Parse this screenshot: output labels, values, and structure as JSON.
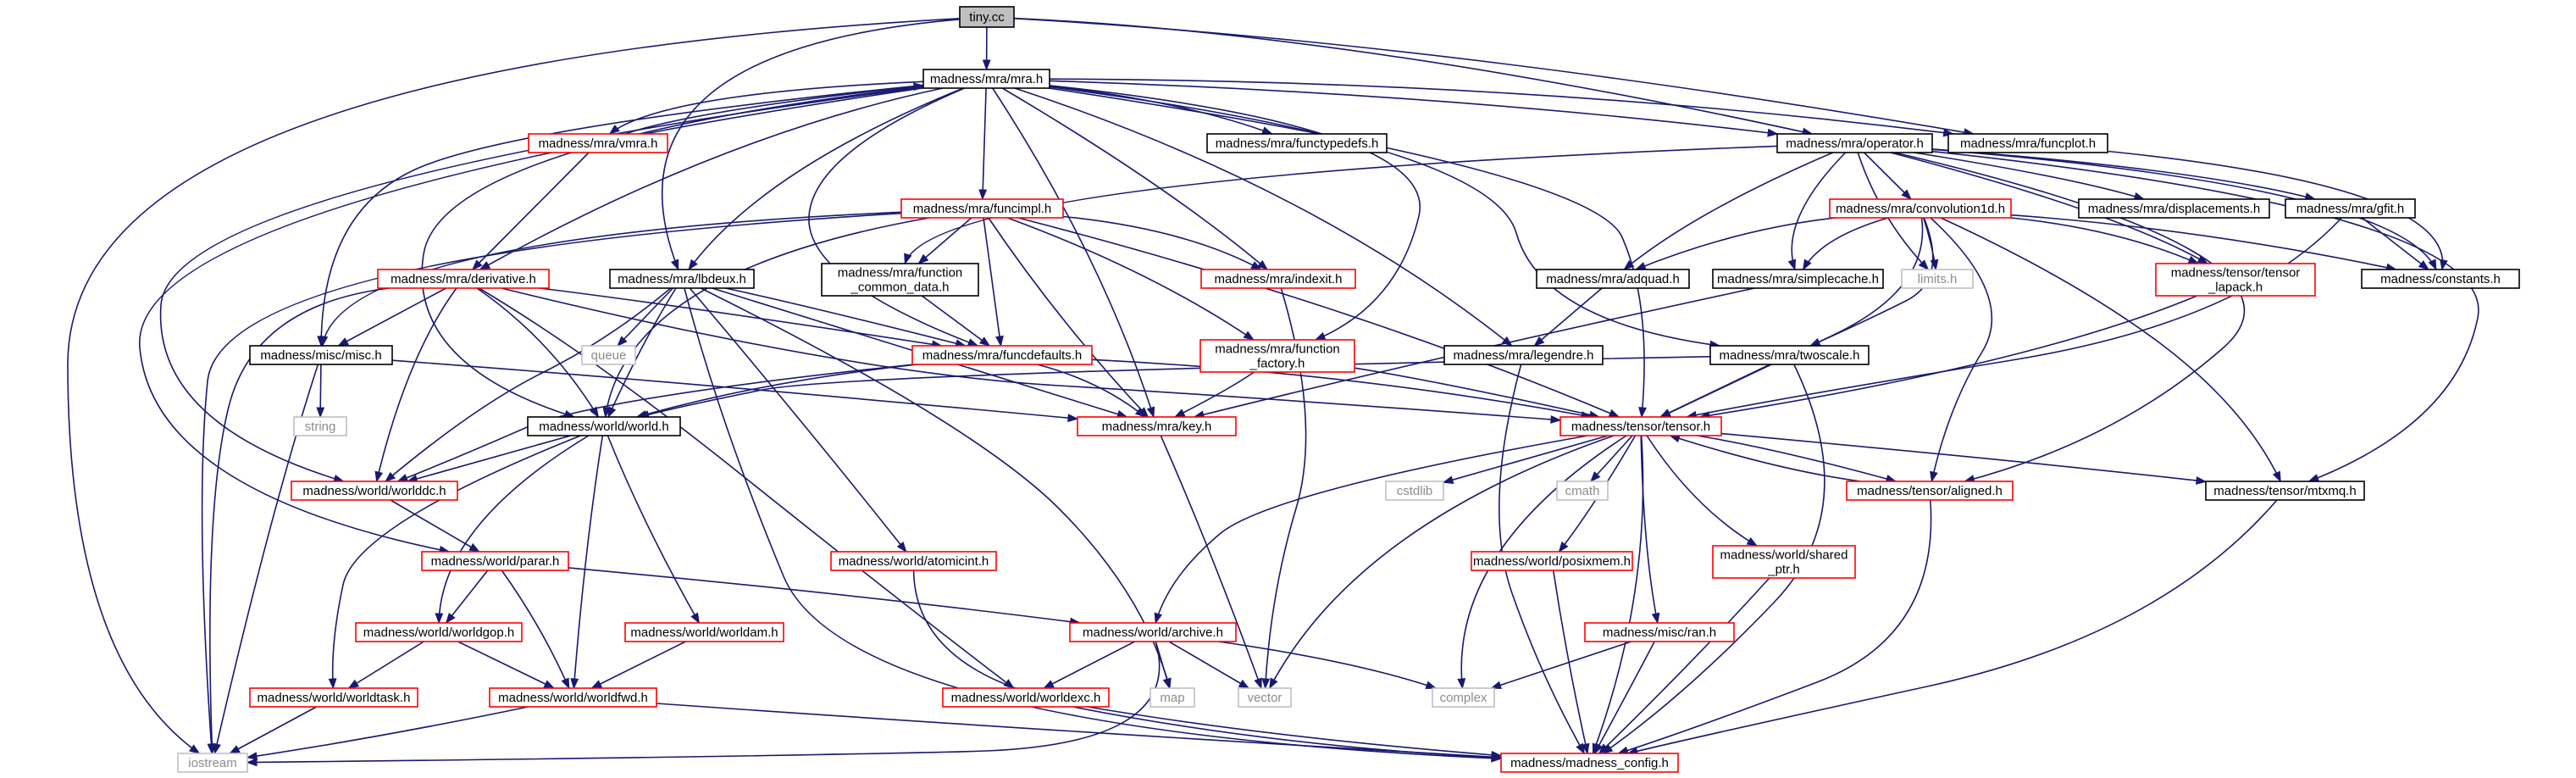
{
  "diagram": {
    "colors": {
      "edge": "#191970",
      "border_internal": "#000000",
      "border_incomplete": "#ff0000",
      "border_system": "#bfbfbf",
      "root_fill": "#bfbfbf",
      "node_fill": "#ffffff",
      "system_text": "#8c8c8c"
    },
    "nodes": [
      {
        "id": "tiny",
        "label": "tiny.cc",
        "kind": "root"
      },
      {
        "id": "mra",
        "label": "madness/mra/mra.h",
        "kind": "internal"
      },
      {
        "id": "vmra",
        "label": "madness/mra/vmra.h",
        "kind": "incomplete"
      },
      {
        "id": "functypedefs",
        "label": "madness/mra/functypedefs.h",
        "kind": "internal"
      },
      {
        "id": "operator",
        "label": "madness/mra/operator.h",
        "kind": "internal"
      },
      {
        "id": "funcplot",
        "label": "madness/mra/funcplot.h",
        "kind": "internal"
      },
      {
        "id": "funcimpl",
        "label": "madness/mra/funcimpl.h",
        "kind": "incomplete"
      },
      {
        "id": "conv1d",
        "label": "madness/mra/convolution1d.h",
        "kind": "incomplete"
      },
      {
        "id": "displacements",
        "label": "madness/mra/displacements.h",
        "kind": "internal"
      },
      {
        "id": "gfit",
        "label": "madness/mra/gfit.h",
        "kind": "internal"
      },
      {
        "id": "derivative",
        "label": "madness/mra/derivative.h",
        "kind": "incomplete"
      },
      {
        "id": "lbdeux",
        "label": "madness/mra/lbdeux.h",
        "kind": "internal"
      },
      {
        "id": "fcd",
        "label": [
          "madness/mra/function",
          "_common_data.h"
        ],
        "kind": "internal"
      },
      {
        "id": "indexit",
        "label": "madness/mra/indexit.h",
        "kind": "incomplete"
      },
      {
        "id": "adquad",
        "label": "madness/mra/adquad.h",
        "kind": "internal"
      },
      {
        "id": "simplecache",
        "label": "madness/mra/simplecache.h",
        "kind": "internal"
      },
      {
        "id": "limits",
        "label": "limits.h",
        "kind": "system"
      },
      {
        "id": "tlapack",
        "label": [
          "madness/tensor/tensor",
          "_lapack.h"
        ],
        "kind": "incomplete"
      },
      {
        "id": "constants",
        "label": "madness/constants.h",
        "kind": "internal"
      },
      {
        "id": "miscmisc",
        "label": "madness/misc/misc.h",
        "kind": "internal"
      },
      {
        "id": "queue",
        "label": "queue",
        "kind": "system"
      },
      {
        "id": "funcdefaults",
        "label": "madness/mra/funcdefaults.h",
        "kind": "incomplete"
      },
      {
        "id": "ffactory",
        "label": [
          "madness/mra/function",
          "_factory.h"
        ],
        "kind": "incomplete"
      },
      {
        "id": "legendre",
        "label": "madness/mra/legendre.h",
        "kind": "internal"
      },
      {
        "id": "twoscale",
        "label": "madness/mra/twoscale.h",
        "kind": "internal"
      },
      {
        "id": "string",
        "label": "string",
        "kind": "system"
      },
      {
        "id": "world",
        "label": "madness/world/world.h",
        "kind": "internal"
      },
      {
        "id": "key",
        "label": "madness/mra/key.h",
        "kind": "incomplete"
      },
      {
        "id": "tensor",
        "label": "madness/tensor/tensor.h",
        "kind": "incomplete"
      },
      {
        "id": "worlddc",
        "label": "madness/world/worlddc.h",
        "kind": "incomplete"
      },
      {
        "id": "cstdlib",
        "label": "cstdlib",
        "kind": "system"
      },
      {
        "id": "cmath",
        "label": "cmath",
        "kind": "system"
      },
      {
        "id": "aligned",
        "label": "madness/tensor/aligned.h",
        "kind": "incomplete"
      },
      {
        "id": "mtxmq",
        "label": "madness/tensor/mtxmq.h",
        "kind": "internal"
      },
      {
        "id": "parar",
        "label": "madness/world/parar.h",
        "kind": "incomplete"
      },
      {
        "id": "atomicint",
        "label": "madness/world/atomicint.h",
        "kind": "incomplete"
      },
      {
        "id": "posixmem",
        "label": "madness/world/posixmem.h",
        "kind": "incomplete"
      },
      {
        "id": "sharedptr",
        "label": [
          "madness/world/shared",
          "_ptr.h"
        ],
        "kind": "incomplete"
      },
      {
        "id": "worldgop",
        "label": "madness/world/worldgop.h",
        "kind": "incomplete"
      },
      {
        "id": "worldam",
        "label": "madness/world/worldam.h",
        "kind": "incomplete"
      },
      {
        "id": "archive",
        "label": "madness/world/archive.h",
        "kind": "incomplete"
      },
      {
        "id": "ran",
        "label": "madness/misc/ran.h",
        "kind": "incomplete"
      },
      {
        "id": "worldtask",
        "label": "madness/world/worldtask.h",
        "kind": "incomplete"
      },
      {
        "id": "worldfwd",
        "label": "madness/world/worldfwd.h",
        "kind": "incomplete"
      },
      {
        "id": "worldexc",
        "label": "madness/world/worldexc.h",
        "kind": "incomplete"
      },
      {
        "id": "map",
        "label": "map",
        "kind": "system"
      },
      {
        "id": "vector",
        "label": "vector",
        "kind": "system"
      },
      {
        "id": "complex",
        "label": "complex",
        "kind": "system"
      },
      {
        "id": "iostream",
        "label": "iostream",
        "kind": "system"
      },
      {
        "id": "config",
        "label": "madness/madness_config.h",
        "kind": "incomplete"
      }
    ],
    "edges": [
      [
        "tiny",
        "mra"
      ],
      [
        "tiny",
        "operator"
      ],
      [
        "tiny",
        "funcplot"
      ],
      [
        "tiny",
        "lbdeux"
      ],
      [
        "tiny",
        "iostream"
      ],
      [
        "mra",
        "vmra"
      ],
      [
        "mra",
        "functypedefs"
      ],
      [
        "mra",
        "operator"
      ],
      [
        "mra",
        "funcplot"
      ],
      [
        "mra",
        "funcimpl"
      ],
      [
        "mra",
        "derivative"
      ],
      [
        "mra",
        "lbdeux"
      ],
      [
        "mra",
        "indexit"
      ],
      [
        "mra",
        "miscmisc"
      ],
      [
        "mra",
        "funcdefaults"
      ],
      [
        "mra",
        "ffactory"
      ],
      [
        "mra",
        "legendre"
      ],
      [
        "mra",
        "twoscale"
      ],
      [
        "mra",
        "world"
      ],
      [
        "mra",
        "key"
      ],
      [
        "mra",
        "tensor"
      ],
      [
        "mra",
        "worlddc"
      ],
      [
        "mra",
        "parar"
      ],
      [
        "vmra",
        "mra"
      ],
      [
        "vmra",
        "derivative"
      ],
      [
        "operator",
        "conv1d"
      ],
      [
        "operator",
        "displacements"
      ],
      [
        "operator",
        "gfit"
      ],
      [
        "operator",
        "adquad"
      ],
      [
        "operator",
        "simplecache"
      ],
      [
        "operator",
        "limits"
      ],
      [
        "operator",
        "tlapack"
      ],
      [
        "operator",
        "constants"
      ],
      [
        "operator",
        "fcd"
      ],
      [
        "operator",
        "mtxmq"
      ],
      [
        "operator",
        "aligned"
      ],
      [
        "funcplot",
        "constants"
      ],
      [
        "funcimpl",
        "fcd"
      ],
      [
        "funcimpl",
        "indexit"
      ],
      [
        "funcimpl",
        "miscmisc"
      ],
      [
        "funcimpl",
        "funcdefaults"
      ],
      [
        "funcimpl",
        "ffactory"
      ],
      [
        "funcimpl",
        "world"
      ],
      [
        "funcimpl",
        "key"
      ],
      [
        "funcimpl",
        "tensor"
      ],
      [
        "funcimpl",
        "iostream"
      ],
      [
        "conv1d",
        "adquad"
      ],
      [
        "conv1d",
        "simplecache"
      ],
      [
        "conv1d",
        "limits"
      ],
      [
        "conv1d",
        "tlapack"
      ],
      [
        "conv1d",
        "constants"
      ],
      [
        "conv1d",
        "twoscale"
      ],
      [
        "conv1d",
        "tensor"
      ],
      [
        "conv1d",
        "aligned"
      ],
      [
        "conv1d",
        "mtxmq"
      ],
      [
        "gfit",
        "constants"
      ],
      [
        "gfit",
        "tensor"
      ],
      [
        "derivative",
        "miscmisc"
      ],
      [
        "derivative",
        "funcdefaults"
      ],
      [
        "derivative",
        "world"
      ],
      [
        "derivative",
        "worlddc"
      ],
      [
        "derivative",
        "tensor"
      ],
      [
        "derivative",
        "worldexc"
      ],
      [
        "derivative",
        "iostream"
      ],
      [
        "lbdeux",
        "queue"
      ],
      [
        "lbdeux",
        "funcdefaults"
      ],
      [
        "lbdeux",
        "world"
      ],
      [
        "lbdeux",
        "key"
      ],
      [
        "lbdeux",
        "worlddc"
      ],
      [
        "lbdeux",
        "atomicint"
      ],
      [
        "lbdeux",
        "map"
      ],
      [
        "lbdeux",
        "config"
      ],
      [
        "fcd",
        "funcdefaults"
      ],
      [
        "indexit",
        "vector"
      ],
      [
        "adquad",
        "legendre"
      ],
      [
        "simplecache",
        "key"
      ],
      [
        "tlapack",
        "tensor"
      ],
      [
        "miscmisc",
        "string"
      ],
      [
        "miscmisc",
        "key"
      ],
      [
        "miscmisc",
        "iostream"
      ],
      [
        "funcdefaults",
        "world"
      ],
      [
        "funcdefaults",
        "key"
      ],
      [
        "funcdefaults",
        "tensor"
      ],
      [
        "funcdefaults",
        "worlddc"
      ],
      [
        "ffactory",
        "key"
      ],
      [
        "ffactory",
        "tensor"
      ],
      [
        "legendre",
        "config"
      ],
      [
        "twoscale",
        "tensor"
      ],
      [
        "twoscale",
        "world"
      ],
      [
        "twoscale",
        "config"
      ],
      [
        "world",
        "worlddc"
      ],
      [
        "world",
        "worldgop"
      ],
      [
        "world",
        "worldam"
      ],
      [
        "world",
        "worldtask"
      ],
      [
        "world",
        "worldfwd"
      ],
      [
        "key",
        "vector"
      ],
      [
        "tensor",
        "cstdlib"
      ],
      [
        "tensor",
        "cmath"
      ],
      [
        "tensor",
        "aligned"
      ],
      [
        "tensor",
        "mtxmq"
      ],
      [
        "tensor",
        "posixmem"
      ],
      [
        "tensor",
        "sharedptr"
      ],
      [
        "tensor",
        "ran"
      ],
      [
        "tensor",
        "archive"
      ],
      [
        "tensor",
        "vector"
      ],
      [
        "tensor",
        "complex"
      ],
      [
        "tensor",
        "config"
      ],
      [
        "aligned",
        "tensor"
      ],
      [
        "aligned",
        "config"
      ],
      [
        "mtxmq",
        "config"
      ],
      [
        "worlddc",
        "parar"
      ],
      [
        "parar",
        "worldgop"
      ],
      [
        "parar",
        "worldfwd"
      ],
      [
        "parar",
        "archive"
      ],
      [
        "atomicint",
        "config"
      ],
      [
        "posixmem",
        "config"
      ],
      [
        "sharedptr",
        "config"
      ],
      [
        "worldgop",
        "worldtask"
      ],
      [
        "worldgop",
        "worldfwd"
      ],
      [
        "worldam",
        "worldfwd"
      ],
      [
        "archive",
        "worldexc"
      ],
      [
        "archive",
        "map"
      ],
      [
        "archive",
        "vector"
      ],
      [
        "archive",
        "complex"
      ],
      [
        "archive",
        "iostream"
      ],
      [
        "ran",
        "complex"
      ],
      [
        "ran",
        "config"
      ],
      [
        "worldtask",
        "iostream"
      ],
      [
        "worldfwd",
        "iostream"
      ],
      [
        "worldfwd",
        "config"
      ],
      [
        "worldexc",
        "config"
      ]
    ]
  }
}
